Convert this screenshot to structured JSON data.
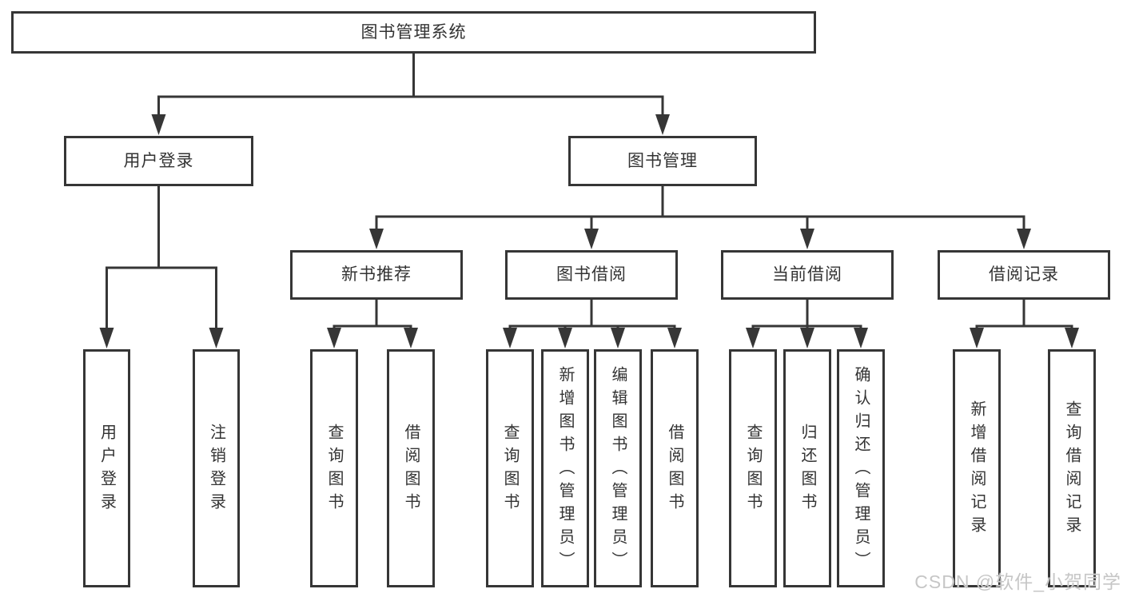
{
  "diagram": {
    "tree": {
      "label": "图书管理系统",
      "children": [
        {
          "label": "用户登录",
          "children": [
            {
              "label": "用户登录"
            },
            {
              "label": "注销登录"
            }
          ]
        },
        {
          "label": "图书管理",
          "children": [
            {
              "label": "新书推荐",
              "children": [
                {
                  "label": "查询图书"
                },
                {
                  "label": "借阅图书"
                }
              ]
            },
            {
              "label": "图书借阅",
              "children": [
                {
                  "label": "查询图书"
                },
                {
                  "label": "新增图书（管理员）"
                },
                {
                  "label": "编辑图书（管理员）"
                },
                {
                  "label": "借阅图书"
                }
              ]
            },
            {
              "label": "当前借阅",
              "children": [
                {
                  "label": "查询图书"
                },
                {
                  "label": "归还图书"
                },
                {
                  "label": "确认归还（管理员）"
                }
              ]
            },
            {
              "label": "借阅记录",
              "children": [
                {
                  "label": "新增借阅记录"
                },
                {
                  "label": "查询借阅记录"
                }
              ]
            }
          ]
        }
      ]
    },
    "line_color": "#363636",
    "box_background": "#ffffff",
    "text_color": "#333333"
  },
  "watermark": {
    "text": "CSDN @软件_小贺同学"
  }
}
